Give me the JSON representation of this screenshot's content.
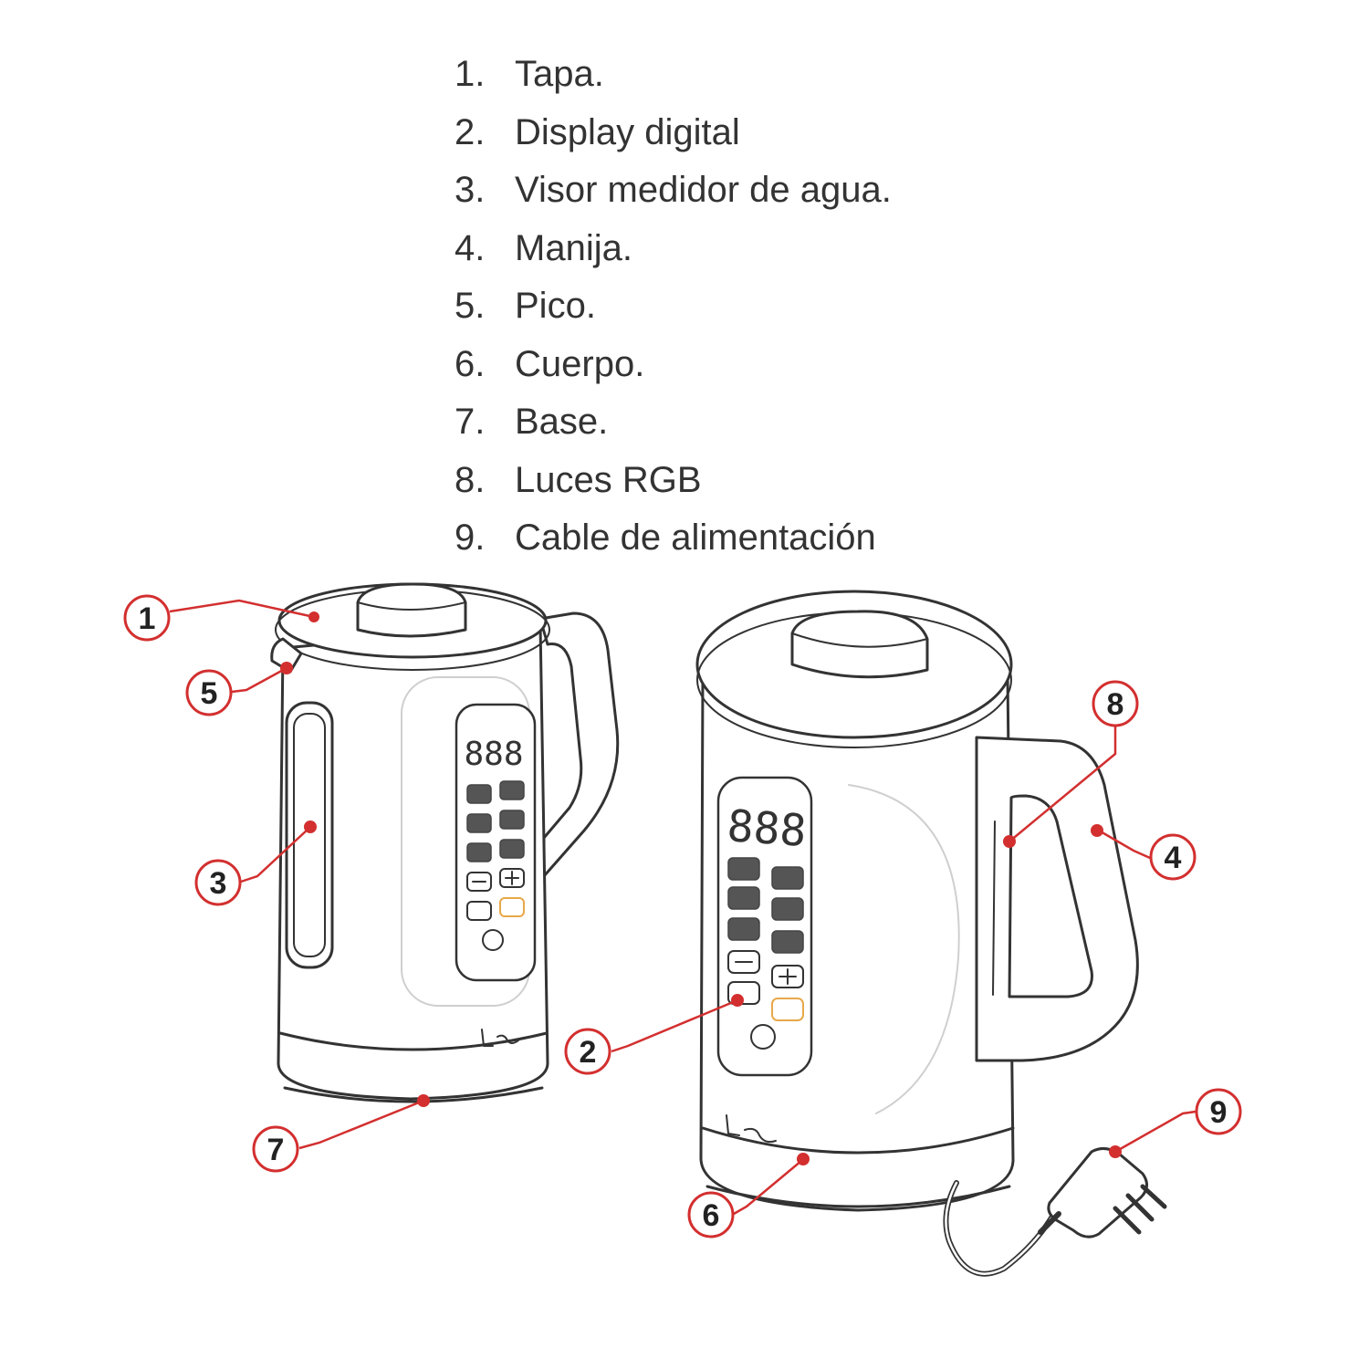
{
  "parts": [
    {
      "number": "1.",
      "label": "Tapa."
    },
    {
      "number": "2.",
      "label": "Display digital"
    },
    {
      "number": "3.",
      "label": "Visor medidor de agua."
    },
    {
      "number": "4.",
      "label": "Manija."
    },
    {
      "number": "5.",
      "label": "Pico."
    },
    {
      "number": "6.",
      "label": "Cuerpo."
    },
    {
      "number": "7.",
      "label": "Base."
    },
    {
      "number": "8.",
      "label": "Luces RGB"
    },
    {
      "number": "9.",
      "label": "Cable de alimentación"
    }
  ],
  "callouts": [
    "1",
    "2",
    "3",
    "4",
    "5",
    "6",
    "7",
    "8",
    "9"
  ],
  "display_digits": "888",
  "colors": {
    "callout": "#d32f2f",
    "line_art": "#333333",
    "text": "#333333"
  }
}
